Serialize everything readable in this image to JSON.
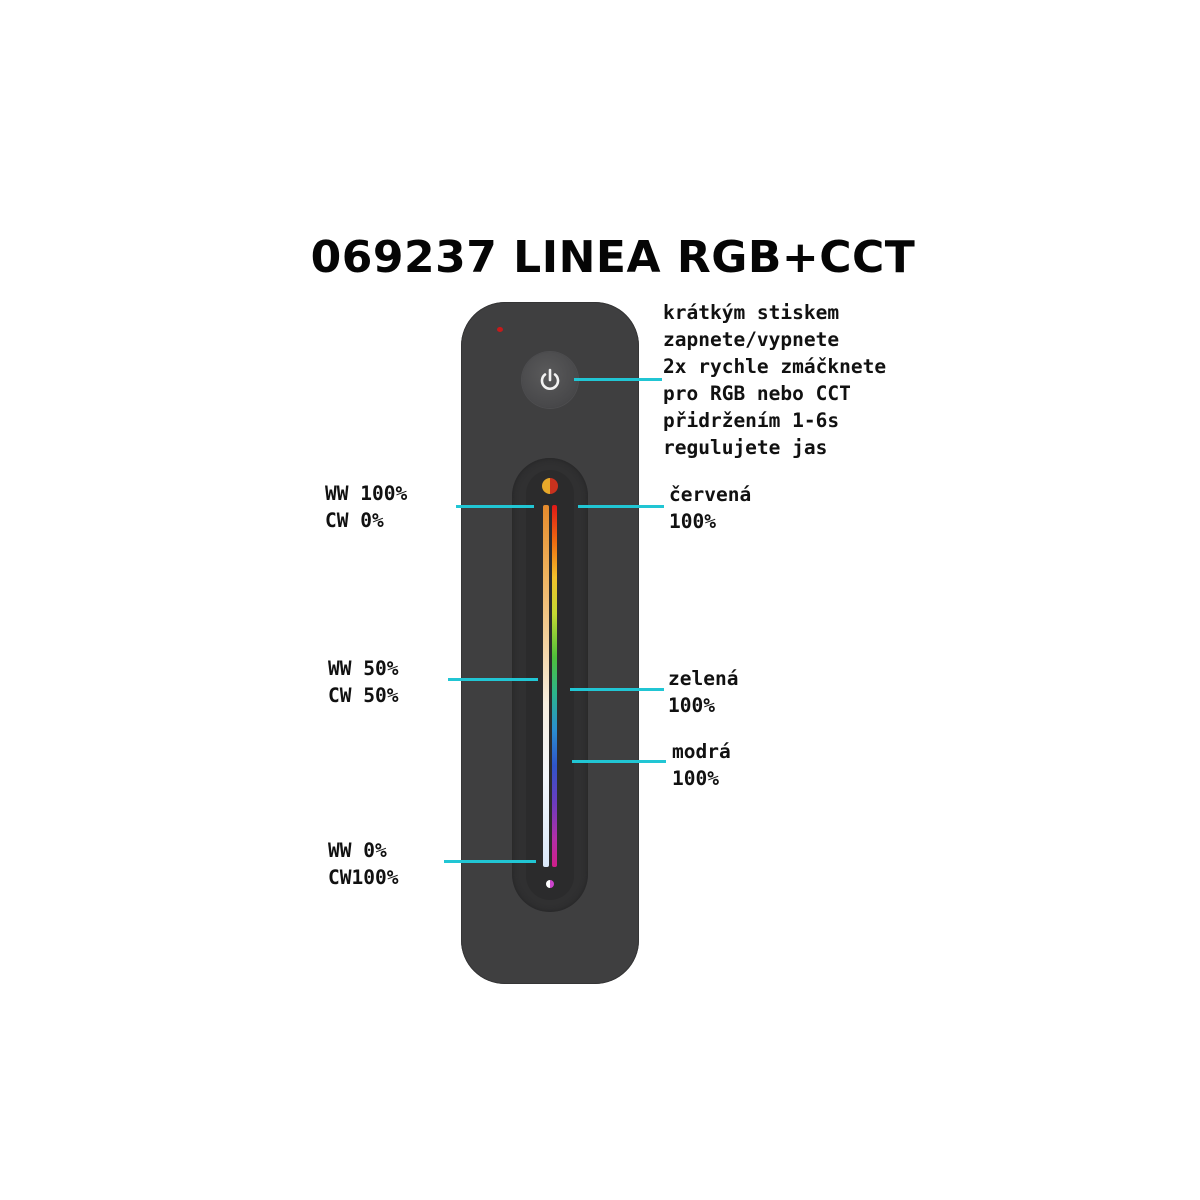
{
  "title": "069237 LINEA RGB+CCT",
  "power_description": [
    "krátkým stiskem",
    "zapnete/vypnete",
    "2x rychle zmáčknete",
    "pro RGB nebo CCT",
    "přidržením 1-6s",
    "regulujete jas"
  ],
  "left_labels": {
    "top": {
      "line1": "WW 100%",
      "line2": "CW 0%"
    },
    "middle": {
      "line1": "WW 50%",
      "line2": "CW 50%"
    },
    "bottom": {
      "line1": "WW 0%",
      "line2": "CW100%"
    }
  },
  "right_labels": {
    "red": {
      "line1": "červená",
      "line2": "100%"
    },
    "green": {
      "line1": "zelená",
      "line2": "100%"
    },
    "blue": {
      "line1": "modrá",
      "line2": "100%"
    }
  },
  "icons": {
    "power": "power-icon",
    "status_led": "status-led"
  },
  "colors": {
    "remote_body": "#3f3f40",
    "pointer_lines": "#21c6d4",
    "led": "#c61a1a"
  }
}
